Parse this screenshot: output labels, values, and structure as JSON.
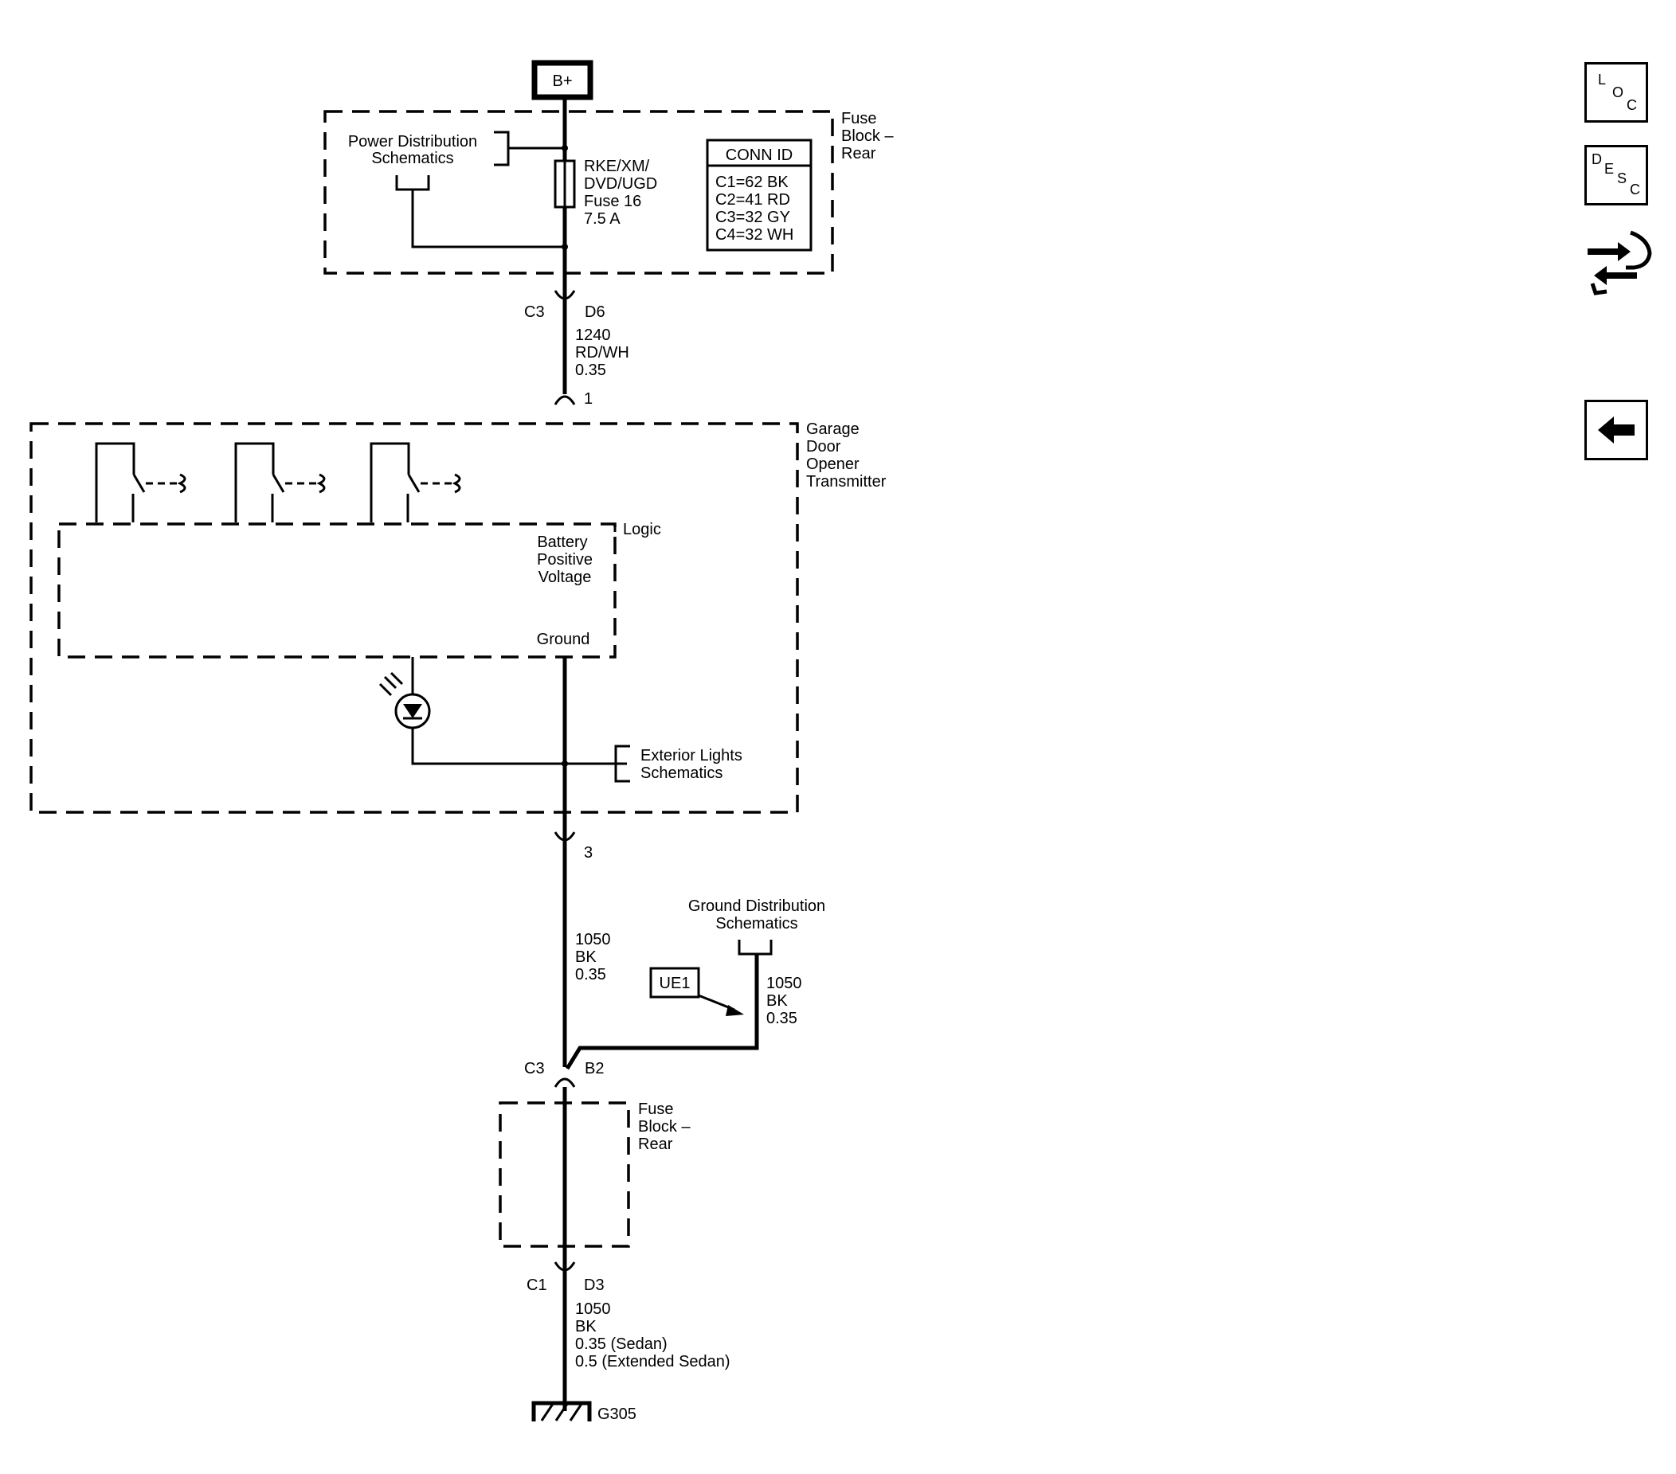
{
  "power_source": "B+",
  "fuse_block_top": {
    "label_line1": "Fuse",
    "label_line2": "Block –",
    "label_line3": "Rear",
    "power_ref_line1": "Power Distribution",
    "power_ref_line2": "Schematics",
    "fuse_line1": "RKE/XM/",
    "fuse_line2": "DVD/UGD",
    "fuse_line3": "Fuse 16",
    "fuse_line4": "7.5 A",
    "conn_id": {
      "title": "CONN ID",
      "rows": [
        "C1=62 BK",
        "C2=41 RD",
        "C3=32 GY",
        "C4=32 WH"
      ]
    }
  },
  "wire_upper": {
    "connector": "C3",
    "pin": "D6",
    "circuit": "1240",
    "color": "RD/WH",
    "size": "0.35",
    "gdo_pin": "1"
  },
  "gdo": {
    "label_line1": "Garage",
    "label_line2": "Door",
    "label_line3": "Opener",
    "label_line4": "Transmitter",
    "logic_label": "Logic",
    "bpv_line1": "Battery",
    "bpv_line2": "Positive",
    "bpv_line3": "Voltage",
    "ground_label": "Ground",
    "ext_lights_line1": "Exterior Lights",
    "ext_lights_line2": "Schematics",
    "ground_pin": "3"
  },
  "wire_lower": {
    "circuit": "1050",
    "color": "BK",
    "size": "0.35"
  },
  "ground_dist": {
    "line1": "Ground Distribution",
    "line2": "Schematics",
    "circuit": "1050",
    "color": "BK",
    "size": "0.35",
    "splice": "UE1"
  },
  "fuse_block_bottom": {
    "connector_in": "C3",
    "pin_in": "B2",
    "label_line1": "Fuse",
    "label_line2": "Block –",
    "label_line3": "Rear",
    "connector_out": "C1",
    "pin_out": "D3"
  },
  "wire_ground": {
    "circuit": "1050",
    "color": "BK",
    "size_sedan": "0.35 (Sedan)",
    "size_extended": "0.5 (Extended Sedan)",
    "ground_id": "G305"
  },
  "side_buttons": {
    "loc": [
      "L",
      "O",
      "C"
    ],
    "desc": [
      "D",
      "E",
      "S",
      "C"
    ],
    "connector_icon": "connector-end-view-icon",
    "back_icon": "back-arrow-icon"
  }
}
